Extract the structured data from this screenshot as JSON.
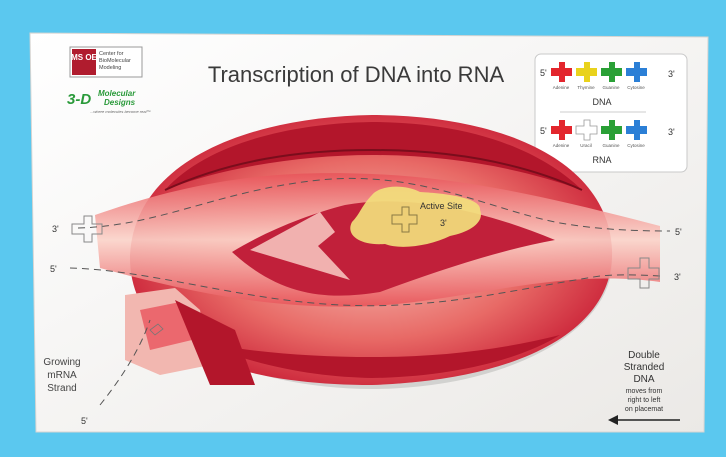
{
  "logos": {
    "msoe": {
      "mark": "MS OE",
      "line1": "Center for",
      "line2": "BioMolecular",
      "line3": "Modeling"
    },
    "molecular_designs": {
      "mark": "3-D",
      "line1": "Molecular",
      "line2": "Designs",
      "tagline": "...where molecules become real™"
    }
  },
  "title": "Transcription of DNA into RNA",
  "legend": {
    "dna": {
      "label": "DNA",
      "left_end": "5'",
      "right_end": "3'",
      "bases": [
        {
          "name": "Adenine",
          "color": "#e3262d"
        },
        {
          "name": "Thymine",
          "color": "#e9d21c"
        },
        {
          "name": "Guanine",
          "color": "#2aa036"
        },
        {
          "name": "Cytosine",
          "color": "#2b7fd6"
        }
      ]
    },
    "rna": {
      "label": "RNA",
      "left_end": "5'",
      "right_end": "3'",
      "bases": [
        {
          "name": "Adenine",
          "color": "#e3262d"
        },
        {
          "name": "Uracil",
          "color": "#ffffff"
        },
        {
          "name": "Guanine",
          "color": "#2aa036"
        },
        {
          "name": "Cytosine",
          "color": "#2b7fd6"
        }
      ]
    }
  },
  "diagram": {
    "active_site": "Active Site",
    "active_site_end": "3'",
    "top_strand_left": "3'",
    "top_strand_right": "5'",
    "bottom_strand_left": "5'",
    "bottom_strand_right": "3'",
    "mrna_end": "5'"
  },
  "labels": {
    "growing_line1": "Growing",
    "growing_line2": "mRNA",
    "growing_line3": "Strand",
    "ds_line1": "Double",
    "ds_line2": "Stranded",
    "ds_line3": "DNA",
    "ds_line4": "moves from",
    "ds_line5": "right to left",
    "ds_line6": "on placemat"
  },
  "colors": {
    "background": "#5bc8ef",
    "placemat": "#f4f3f1",
    "polymerase_dark": "#b3162b",
    "polymerase_mid": "#d9434d",
    "polymerase_light": "#f3a9a0",
    "active_site": "#f2de7c"
  }
}
